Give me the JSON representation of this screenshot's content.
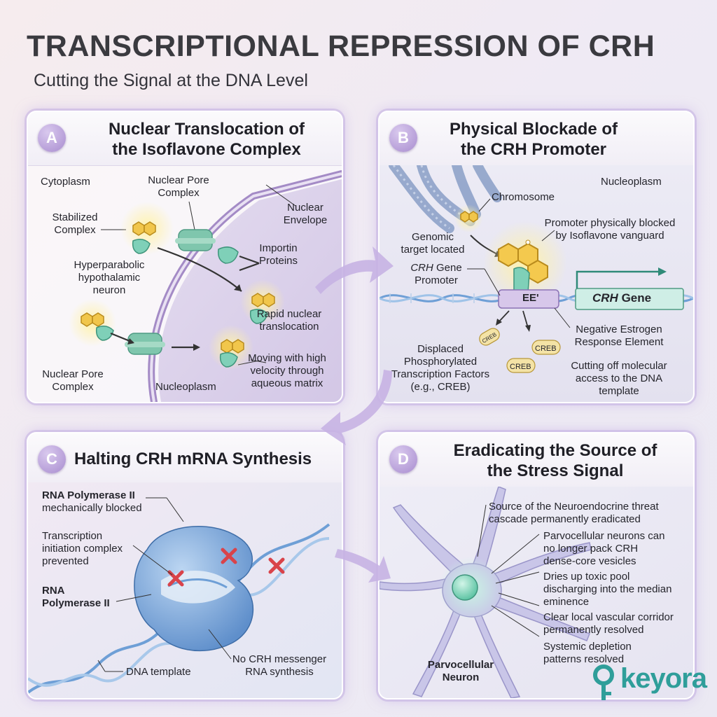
{
  "header": {
    "title": "TRANSCRIPTIONAL REPRESSION OF CRH",
    "subtitle": "Cutting the Signal at the DNA Level"
  },
  "panels": {
    "a": {
      "badge": "A",
      "title_line1": "Nuclear Translocation of",
      "title_line2": "the Isoflavone Complex",
      "labels": {
        "cytoplasm": "Cytoplasm",
        "pore_top_1": "Nuclear Pore",
        "pore_top_2": "Complex",
        "envelope_1": "Nuclear",
        "envelope_2": "Envelope",
        "stabilized_1": "Stabilized",
        "stabilized_2": "Complex",
        "importin_1": "Importin",
        "importin_2": "Proteins",
        "neuron_1": "Hyperparabolic",
        "neuron_2": "hypothalamic",
        "neuron_3": "neuron",
        "rapid_1": "Rapid nuclear",
        "rapid_2": "translocation",
        "moving_1": "Moving with high",
        "moving_2": "velocity through",
        "moving_3": "aqueous matrix",
        "pore_bottom_1": "Nuclear Pore",
        "pore_bottom_2": "Complex",
        "nucleoplasm": "Nucleoplasm"
      }
    },
    "b": {
      "badge": "B",
      "title_line1": "Physical Blockade of",
      "title_line2": "the CRH Promoter",
      "labels": {
        "nucleoplasm": "Nucleoplasm",
        "chromosome": "Chromosome",
        "blocked_1": "Promoter physically blocked",
        "blocked_2": "by Isoflavone vanguard",
        "genomic_1": "Genomic",
        "genomic_2": "target located",
        "promoter_gene": "CRH",
        "promoter_rest": " Gene",
        "promoter_2": "Promoter",
        "ere_box": "EE'",
        "crh_gene_italic": "CRH",
        "crh_gene_rest": " Gene",
        "ere_1": "Negative Estrogen",
        "ere_2": "Response Element",
        "displaced_1": "Displaced",
        "displaced_2": "Phosphorylated",
        "displaced_3": "Transcription Factors",
        "displaced_4": "(e.g., CREB)",
        "cutting_1": "Cutting off molecular",
        "cutting_2": "access to the DNA",
        "cutting_3": "template",
        "creb_1": "CREB",
        "creb_2": "CREB",
        "creb_3": "CREB"
      }
    },
    "c": {
      "badge": "C",
      "title": "Halting CRH mRNA Synthesis",
      "labels": {
        "polblocked_1": "RNA Polymerase II",
        "polblocked_2": "mechanically blocked",
        "init_1": "Transcription",
        "init_2": "initiation complex",
        "init_3": "prevented",
        "rnapol_1": "RNA",
        "rnapol_2": "Polymerase II",
        "no_mrna_1": "No CRH messenger",
        "no_mrna_2": "RNA synthesis",
        "dna_template": "DNA template"
      }
    },
    "d": {
      "badge": "D",
      "title_line1": "Eradicating the Source of",
      "title_line2": "the Stress Signal",
      "labels": {
        "source_1": "Source of the Neuroendocrine threat",
        "source_2": "cascade permanently eradicated",
        "parvo_1": "Parvocellular neurons can",
        "parvo_2": "no longer pack CRH",
        "parvo_3": "dense-core vesicles",
        "dries_1": "Dries up toxic pool",
        "dries_2": "discharging into the median",
        "dries_3": "eminence",
        "clear_1": "Clear local vascular corridor",
        "clear_2": "permanently resolved",
        "systemic_1": "Systemic depletion",
        "systemic_2": "patterns resolved",
        "neuron_1": "Parvocellular",
        "neuron_2": "Neuron"
      }
    }
  },
  "logo": {
    "text": "keyora"
  },
  "colors": {
    "accent_purple": "#a88ccf",
    "teal": "#5ec4a4",
    "gold": "#e8b73a",
    "blue_protein": "#6e9fd6",
    "block_red": "#d9434a",
    "logo_teal": "#2f9e9a"
  }
}
